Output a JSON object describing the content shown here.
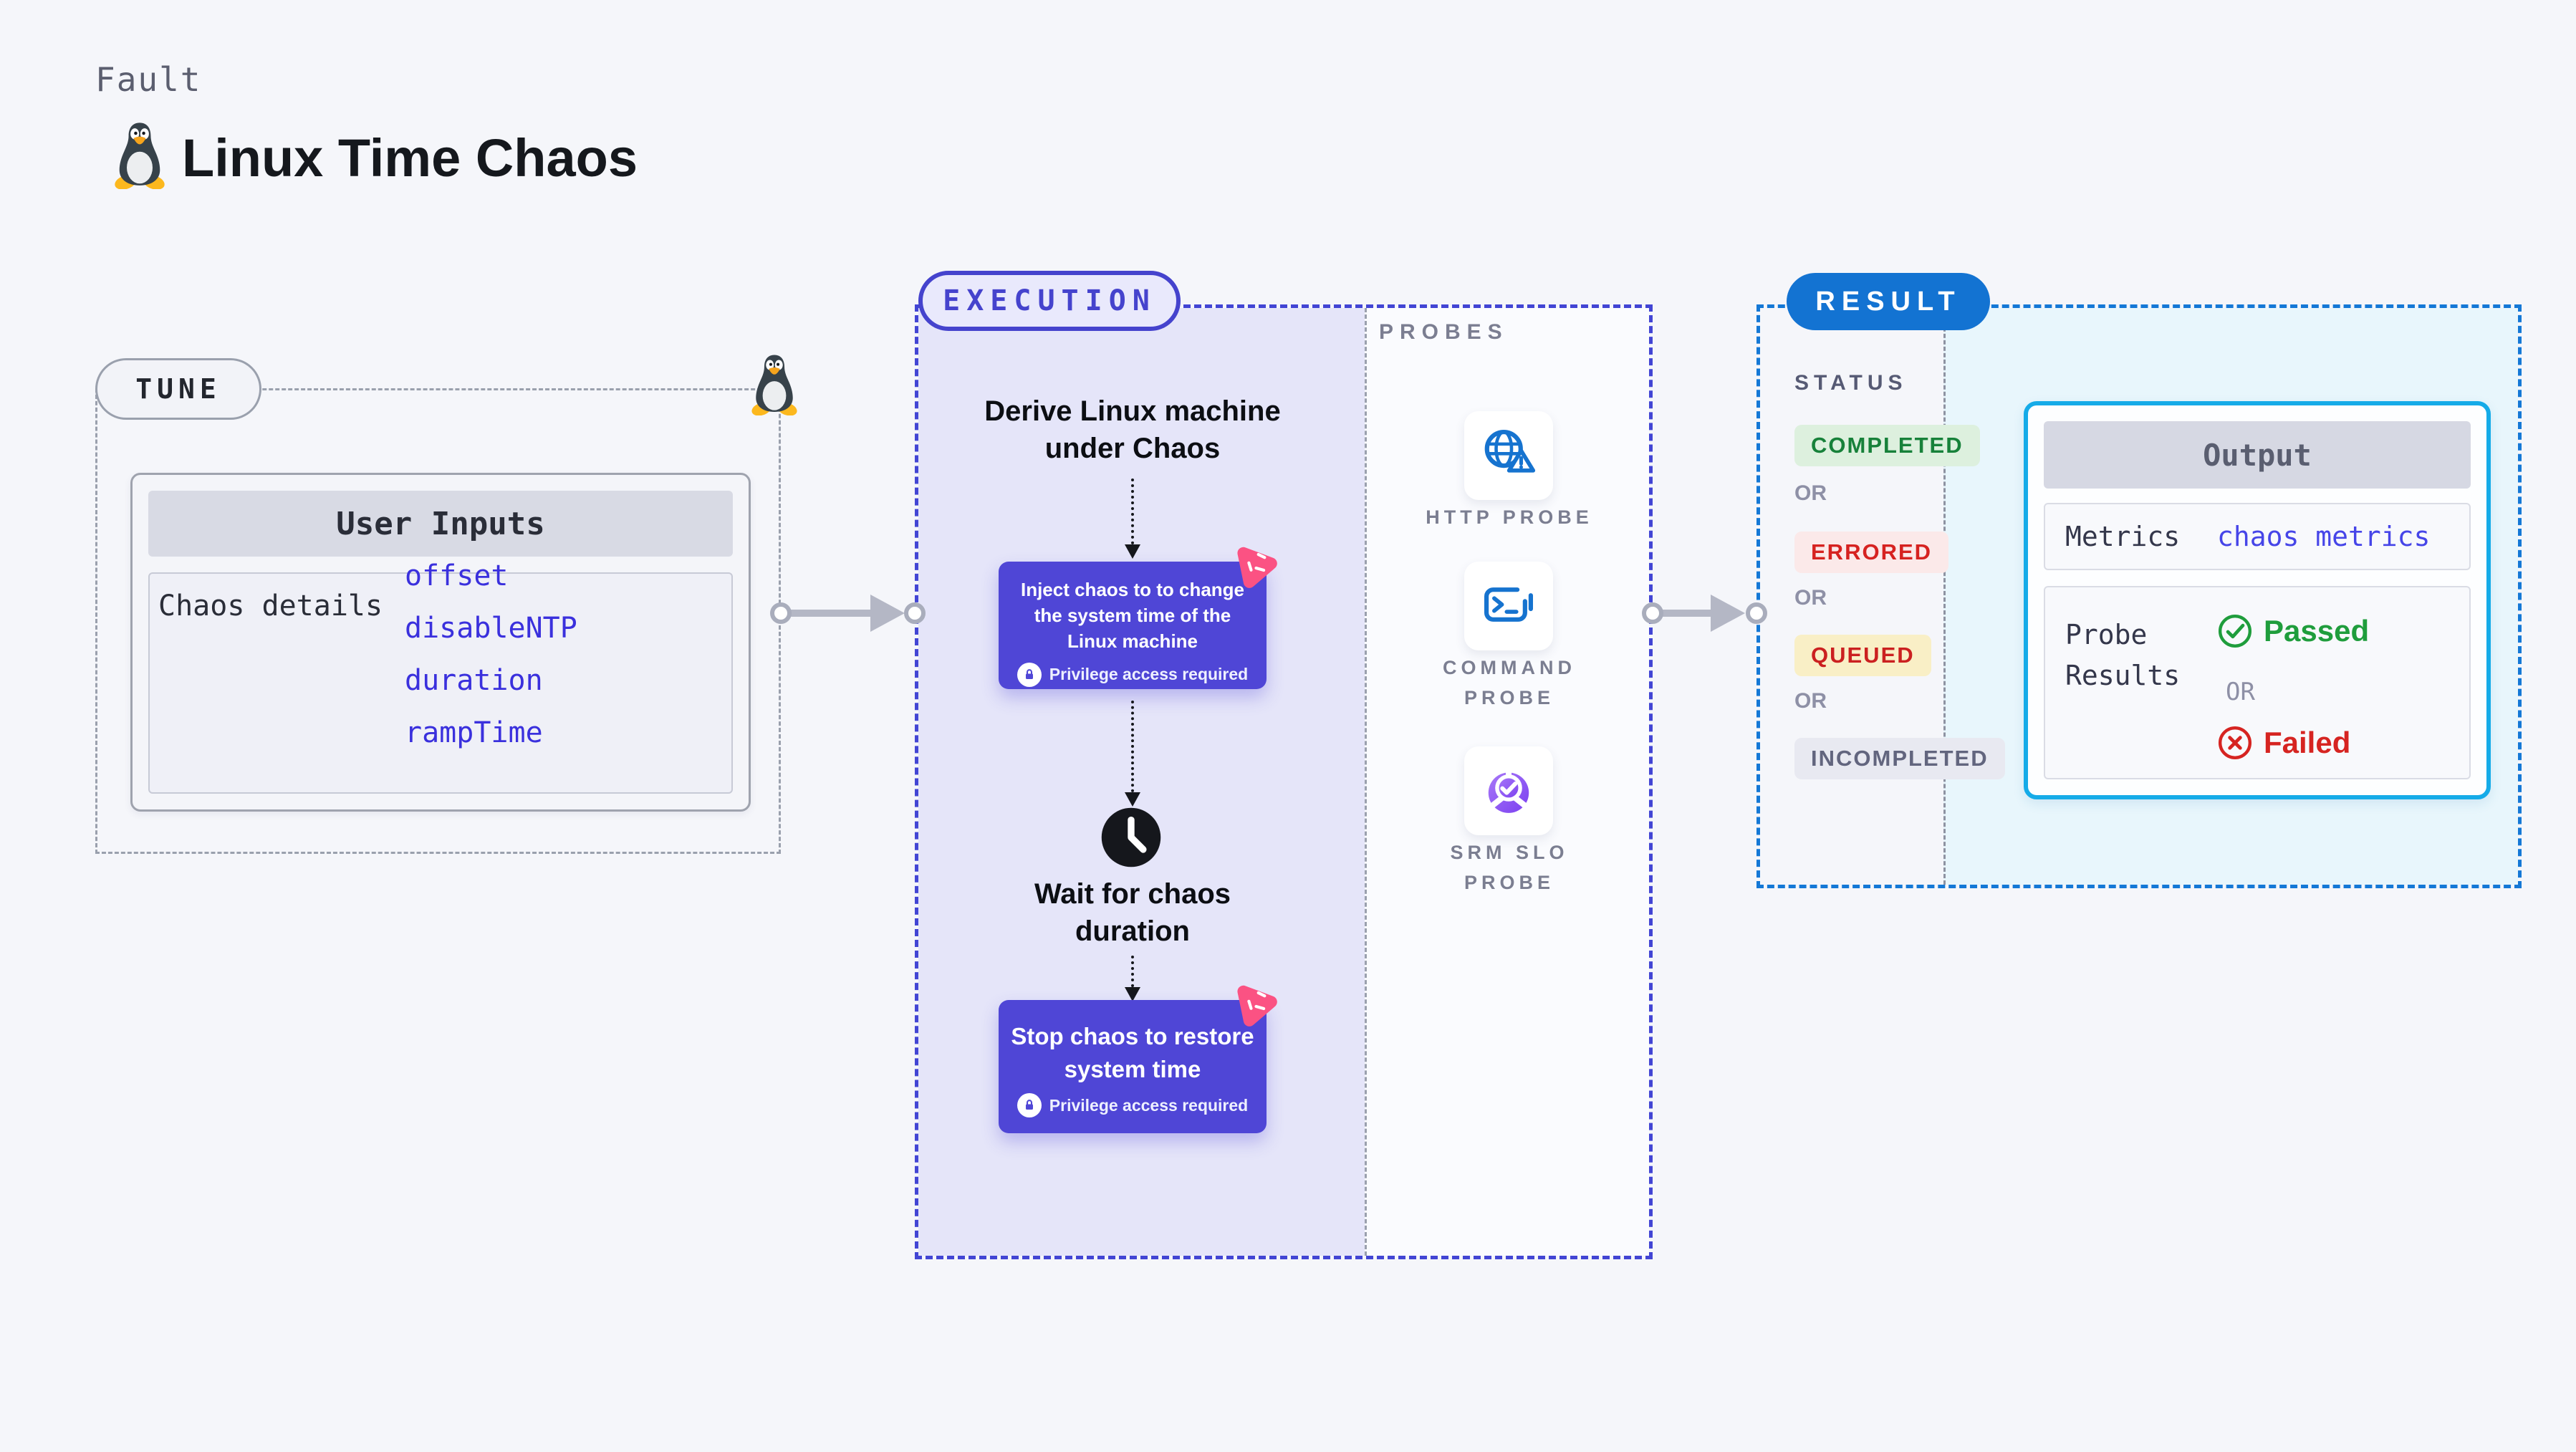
{
  "header": {
    "kicker": "Fault",
    "title": "Linux Time Chaos"
  },
  "tune": {
    "label": "TUNE",
    "card": {
      "title": "User Inputs",
      "row_label": "Chaos details",
      "inputs": [
        {
          "name": "offset"
        },
        {
          "name": "disableNTP"
        },
        {
          "name": "duration"
        },
        {
          "name": "rampTime"
        }
      ]
    }
  },
  "execution": {
    "label": "EXECUTION",
    "derive_text": "Derive Linux machine under Chaos",
    "inject": {
      "text": "Inject chaos to to change the system time of the Linux machine",
      "privilege": "Privilege access required"
    },
    "wait_text": "Wait for chaos duration",
    "stop": {
      "text": "Stop chaos to restore system time",
      "privilege": "Privilege access required"
    }
  },
  "probes": {
    "label": "PROBES",
    "items": [
      {
        "label": "HTTP PROBE",
        "icon": "globe-alert-icon"
      },
      {
        "label": "COMMAND PROBE",
        "icon": "terminal-icon"
      },
      {
        "label": "SRM SLO PROBE",
        "icon": "slo-donut-icon"
      }
    ]
  },
  "result": {
    "label": "RESULT",
    "status_label": "STATUS",
    "or": "OR",
    "statuses": [
      {
        "text": "COMPLETED",
        "type": "completed"
      },
      {
        "text": "ERRORED",
        "type": "errored"
      },
      {
        "text": "QUEUED",
        "type": "queued"
      },
      {
        "text": "INCOMPLETED",
        "type": "incompleted"
      }
    ],
    "output": {
      "title": "Output",
      "metrics_label": "Metrics",
      "metrics_link": "chaos metrics",
      "probe_results_label": "Probe Results",
      "passed": "Passed",
      "or": "OR",
      "failed": "Failed"
    }
  },
  "colors": {
    "indigo_accent": "#4543cd",
    "blue_accent": "#1373d2",
    "cyan_accent": "#15abe8",
    "node_purple": "#4f46d6",
    "chaos_pink": "#fb5283",
    "link_blue": "#3a30dd",
    "success_green": "#1f9d3c",
    "fail_red": "#d62421",
    "lavender_bg": "#e5e5f9",
    "light_blue_bg": "#e8f6fc"
  }
}
